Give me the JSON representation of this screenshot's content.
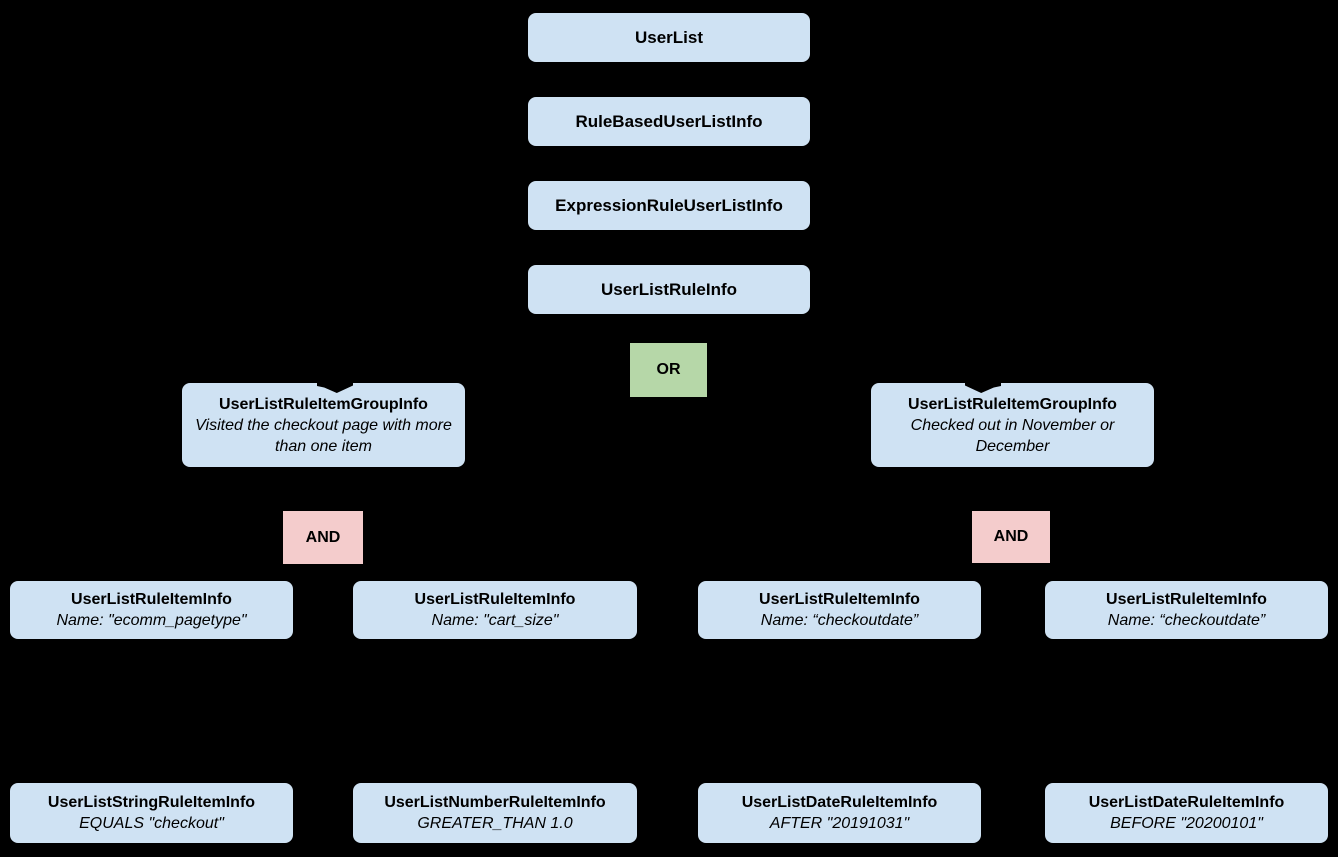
{
  "colors": {
    "background": "#000000",
    "node_fill": "#cfe2f3",
    "or_fill": "#b6d7a8",
    "and_fill": "#f4cccc",
    "text": "#000000"
  },
  "diagram": {
    "root_chain": [
      {
        "label": "UserList"
      },
      {
        "label": "RuleBasedUserListInfo"
      },
      {
        "label": "ExpressionRuleUserListInfo"
      },
      {
        "label": "UserListRuleInfo"
      }
    ],
    "or_operator": {
      "label": "OR"
    },
    "left_branch": {
      "group": {
        "title": "UserListRuleItemGroupInfo",
        "description": "Visited the checkout page with more than one item"
      },
      "operator": {
        "label": "AND"
      },
      "rule_items": [
        {
          "title": "UserListRuleItemInfo",
          "detail": "Name: \"ecomm_pagetype\""
        },
        {
          "title": "UserListRuleItemInfo",
          "detail": "Name: \"cart_size\""
        }
      ],
      "leaf_items": [
        {
          "title": "UserListStringRuleItemInfo",
          "detail": "EQUALS \"checkout\""
        },
        {
          "title": "UserListNumberRuleItemInfo",
          "detail": "GREATER_THAN 1.0"
        }
      ]
    },
    "right_branch": {
      "group": {
        "title": "UserListRuleItemGroupInfo",
        "description": "Checked out in November or December"
      },
      "operator": {
        "label": "AND"
      },
      "rule_items": [
        {
          "title": "UserListRuleItemInfo",
          "detail": "Name: “checkoutdate”"
        },
        {
          "title": "UserListRuleItemInfo",
          "detail": "Name: “checkoutdate”"
        }
      ],
      "leaf_items": [
        {
          "title": "UserListDateRuleItemInfo",
          "detail": "AFTER \"20191031\""
        },
        {
          "title": "UserListDateRuleItemInfo",
          "detail": "BEFORE \"20200101\""
        }
      ]
    }
  }
}
